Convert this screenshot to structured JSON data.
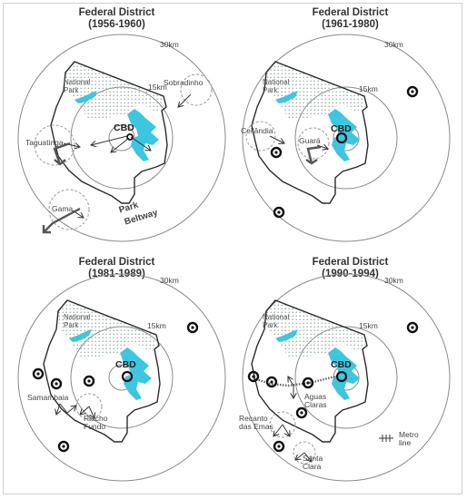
{
  "panels": [
    {
      "id": "p1",
      "title": "Federal District",
      "period": "(1956-1960)",
      "labels": {
        "radius_outer": "30km",
        "radius_inner": "15km",
        "national_park": [
          "National",
          "Park"
        ],
        "cbd": "CBD",
        "taguatinga": "Taguatinga",
        "sobradinho": "Sobradinho",
        "gama": "Gama",
        "park_beltway": [
          "Park",
          "Beltway"
        ]
      }
    },
    {
      "id": "p2",
      "title": "Federal District",
      "period": "(1961-1980)",
      "labels": {
        "radius_outer": "30km",
        "radius_inner": "15km",
        "national_park": [
          "National",
          "Park"
        ],
        "cbd": "CBD",
        "ceilandia": "Ceilândia",
        "guara": "Guará"
      }
    },
    {
      "id": "p3",
      "title": "Federal District",
      "period": "(1981-1989)",
      "labels": {
        "radius_outer": "30km",
        "radius_inner": "15km",
        "national_park": [
          "National",
          "Park"
        ],
        "cbd": "CBD",
        "samambaia": "Samambaia",
        "riacho_fundo": [
          "Riacho",
          "Fundo"
        ]
      }
    },
    {
      "id": "p4",
      "title": "Federal District",
      "period": "(1990-1994)",
      "labels": {
        "radius_outer": "30km",
        "radius_inner": "15km",
        "national_park": [
          "National",
          "Park"
        ],
        "cbd": "CBD",
        "aguas_claras": [
          "Aguas",
          "Claras"
        ],
        "recanto_das_emas": [
          "Recanto",
          "das Emas"
        ],
        "santa_clara": [
          "Santa",
          "Clara"
        ],
        "metro_line": [
          "Metro",
          "line"
        ]
      }
    }
  ],
  "colors": {
    "lake": "#3dc6e0",
    "outline": "#2b2b2b",
    "circle": "#8a8a8a",
    "dashed": "#9a9a9a",
    "stipple": "#8fa89a",
    "arrow_heavy": "#555555"
  }
}
